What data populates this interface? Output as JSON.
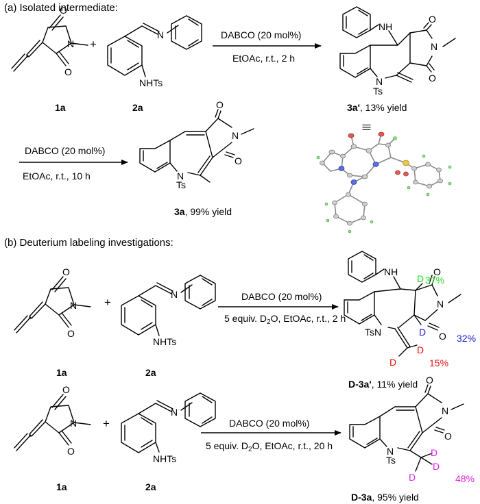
{
  "sections": [
    {
      "title": "(a) Isolated intermediate:"
    },
    {
      "title": "(b) Deuterium labeling investigations:"
    }
  ],
  "atoms": {
    "O": "O",
    "N": "N",
    "NH": "NH",
    "NHTs": "NHTs",
    "Ts": "Ts",
    "TsN": "TsN",
    "D": "D"
  },
  "plus": "+",
  "equivalent_symbol": "|||",
  "reactions": [
    {
      "reagent": "DABCO (20 mol%)",
      "conditions": "EtOAc, r.t., 2 h",
      "reactant_labels": [
        "1a",
        "2a"
      ],
      "product_label": "3a'",
      "product_yield": ", 13% yield"
    },
    {
      "reagent": "DABCO (20 mol%)",
      "conditions": "EtOAc, r.t., 10 h",
      "product_label": "3a",
      "product_yield": ", 99% yield"
    },
    {
      "reagent": "DABCO (20 mol%)",
      "conditions_pre": "5 equiv. D",
      "conditions_sub": "2",
      "conditions_post": "O, EtOAc, r.t., 2 h",
      "reactant_labels": [
        "1a",
        "2a"
      ],
      "product_label": "D-3a'",
      "product_yield": ", 11% yield",
      "deuterium_incorporation": [
        {
          "value": "37%",
          "color": "#22dd22"
        },
        {
          "value": "32%",
          "color": "#1a1acc"
        },
        {
          "value": "15%",
          "color": "#ee1111"
        }
      ]
    },
    {
      "reagent": "DABCO (20 mol%)",
      "conditions_pre": "5 equiv. D",
      "conditions_sub": "2",
      "conditions_post": "O, EtOAc, r.t., 20 h",
      "reactant_labels": [
        "1a",
        "2a"
      ],
      "product_label": "D-3a",
      "product_yield": ", 95% yield",
      "deuterium_incorporation": [
        {
          "value": "48%",
          "color": "#dd22dd"
        }
      ]
    }
  ],
  "colors": {
    "green": "#22dd22",
    "blue": "#1a1acc",
    "red": "#ee1111",
    "magenta": "#dd22dd"
  }
}
